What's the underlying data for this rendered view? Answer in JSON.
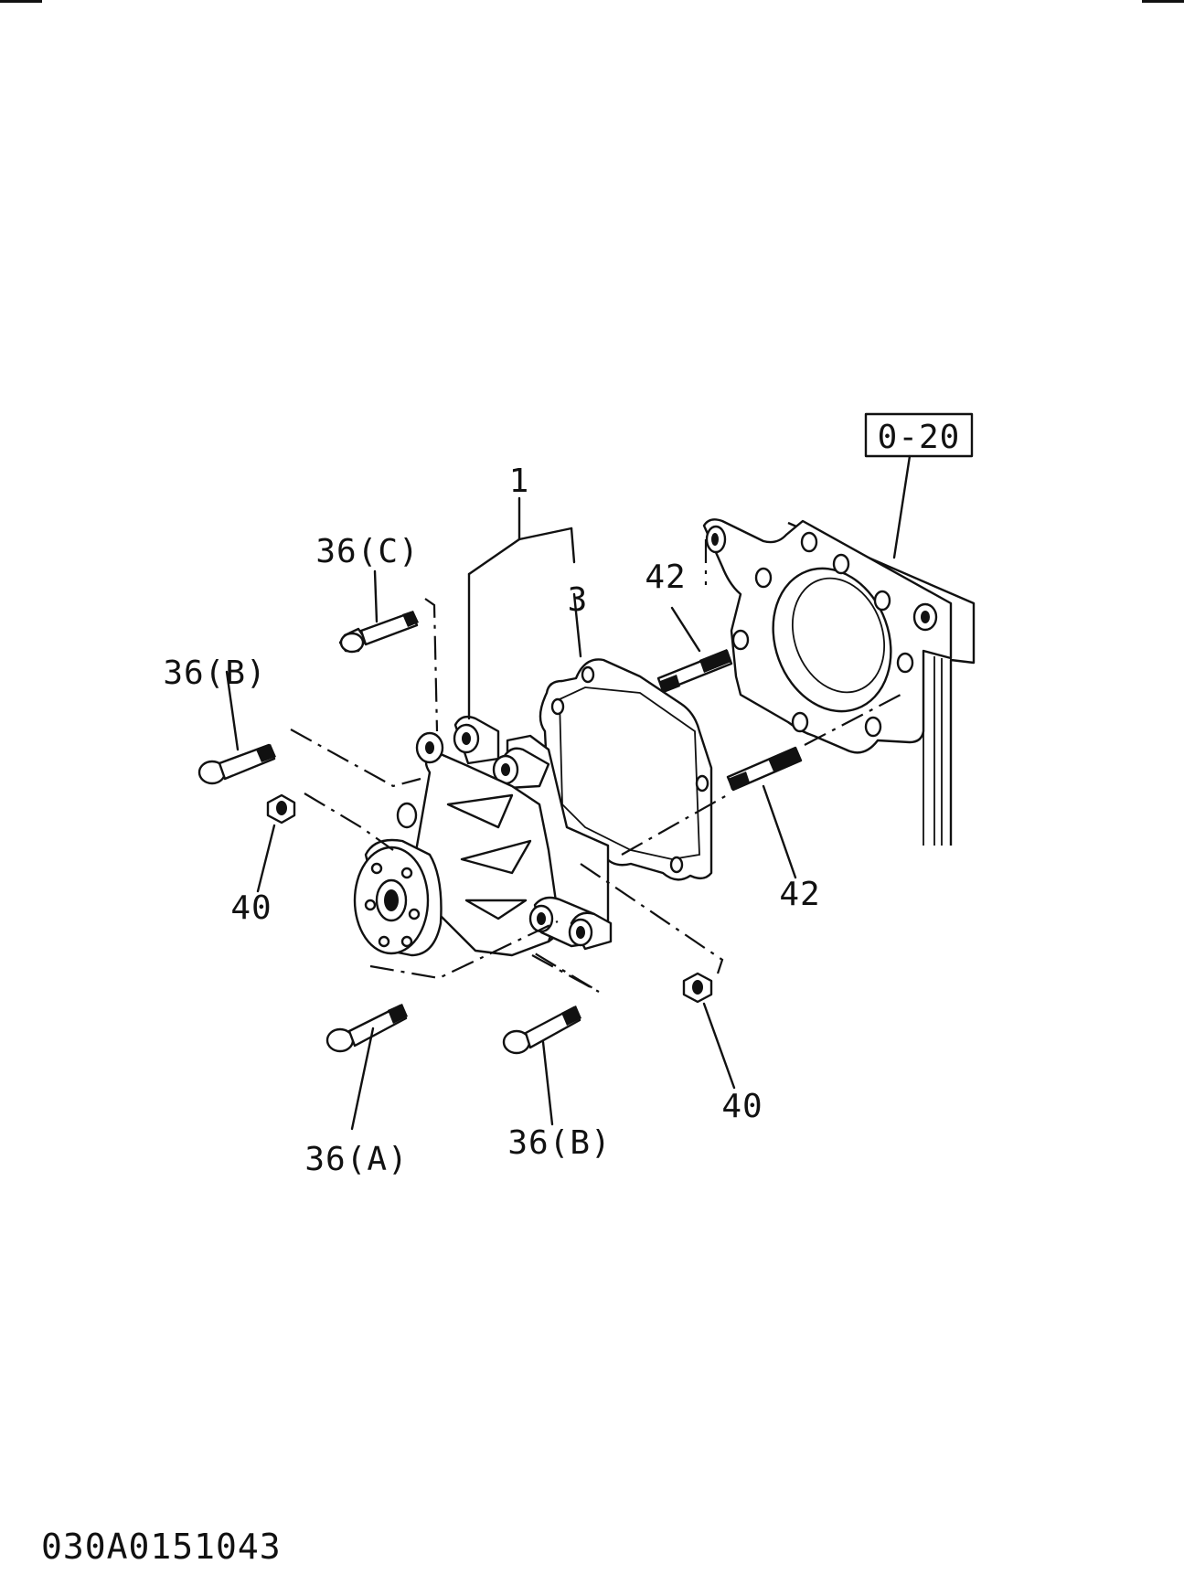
{
  "diagram": {
    "reference_box": "0-20",
    "labels": {
      "part_1": "1",
      "part_3": "3",
      "bolt_36c": "36(C)",
      "bolt_36b_left": "36(B)",
      "bolt_36b_bottom": "36(B)",
      "bolt_36a": "36(A)",
      "nut_40_left": "40",
      "nut_40_right": "40",
      "stud_42_top": "42",
      "stud_42_bottom": "42"
    },
    "figure_code": "030A0151043"
  }
}
